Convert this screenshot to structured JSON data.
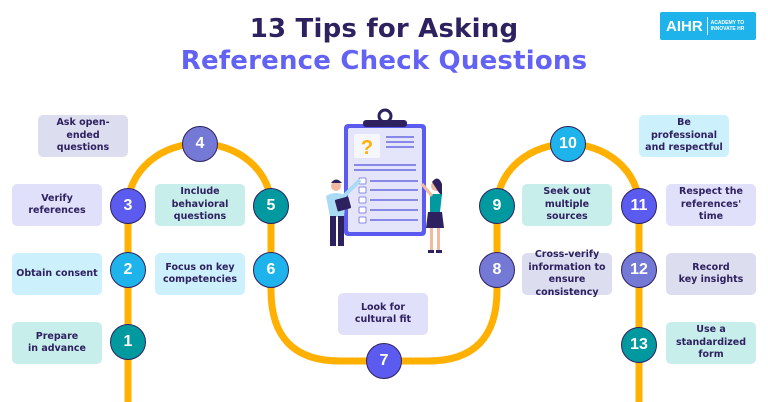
{
  "header": {
    "title_line1": "13 Tips for Asking",
    "title_line2": "Reference Check Questions"
  },
  "logo": {
    "brand": "AIHR",
    "tagline_line1": "ACADEMY TO",
    "tagline_line2": "INNOVATE HR"
  },
  "colors": {
    "title_dark": "#2e2160",
    "title_accent": "#6262f5",
    "track": "#ffb000",
    "teal": "#00999f",
    "sky": "#1eb3ea",
    "indigo": "#5b5bf0",
    "periwinkle": "#7479d6",
    "card_teal": "#c7eeeb",
    "card_sky": "#cdf0fd",
    "card_lavender": "#e0e0fb",
    "card_gray": "#dcdef0"
  },
  "illustration": {
    "icon": "clipboard-checklist-with-two-people",
    "symbol": "?"
  },
  "tips": [
    {
      "number": "1",
      "label": "Prepare\nin advance"
    },
    {
      "number": "2",
      "label": "Obtain consent"
    },
    {
      "number": "3",
      "label": "Verify references"
    },
    {
      "number": "4",
      "label": "Ask open-ended\nquestions"
    },
    {
      "number": "5",
      "label": "Include behavioral\nquestions"
    },
    {
      "number": "6",
      "label": "Focus on key\ncompetencies"
    },
    {
      "number": "7",
      "label": "Look for\ncultural fit"
    },
    {
      "number": "8",
      "label": "Cross-verify\ninformation to\nensure consistency"
    },
    {
      "number": "9",
      "label": "Seek out\nmultiple sources"
    },
    {
      "number": "10",
      "label": "Be professional\nand respectful"
    },
    {
      "number": "11",
      "label": "Respect the\nreferences' time"
    },
    {
      "number": "12",
      "label": "Record\nkey insights"
    },
    {
      "number": "13",
      "label": "Use a\nstandardized form"
    }
  ]
}
